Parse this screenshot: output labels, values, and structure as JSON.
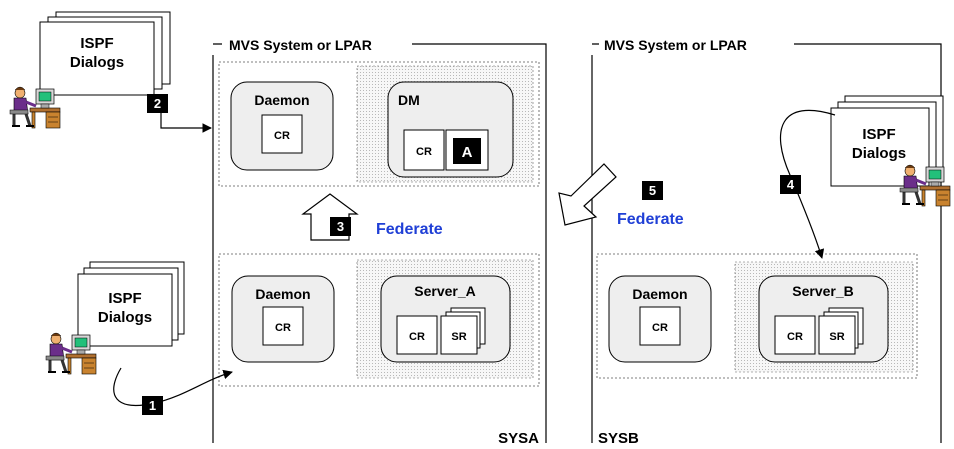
{
  "sysa": {
    "system_title": "MVS System or LPAR",
    "system_name": "SYSA",
    "top_group": {
      "daemon": {
        "title": "Daemon",
        "cr": "CR"
      },
      "dm": {
        "title": "DM",
        "cr": "CR",
        "a": "A"
      }
    },
    "bottom_group": {
      "daemon": {
        "title": "Daemon",
        "cr": "CR"
      },
      "server": {
        "title": "Server_A",
        "cr": "CR",
        "sr": "SR"
      }
    }
  },
  "sysb": {
    "system_title": "MVS System or LPAR",
    "system_name": "SYSB",
    "group": {
      "daemon": {
        "title": "Daemon",
        "cr": "CR"
      },
      "server": {
        "title": "Server_B",
        "cr": "CR",
        "sr": "SR"
      }
    }
  },
  "dialogs": {
    "top_left": "ISPF Dialogs",
    "bottom_left": "ISPF Dialogs",
    "right": "ISPF Dialogs"
  },
  "steps": {
    "step1": "1",
    "step2": "2",
    "step3": "3",
    "step4": "4",
    "step5": "5"
  },
  "federate": {
    "label_sysa": "Federate",
    "label_sysb": "Federate"
  },
  "colors": {
    "federate_text": "#1f3fd6",
    "node_fill": "#eeeeee",
    "group_fill": "#e4e4e4"
  }
}
